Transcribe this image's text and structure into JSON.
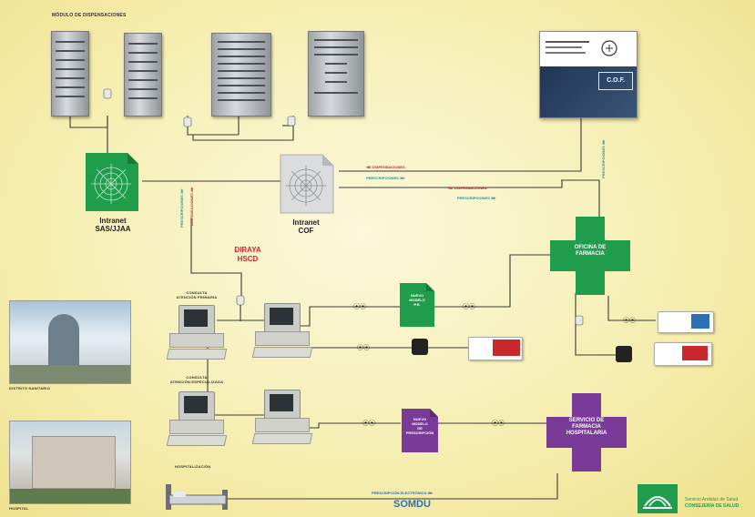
{
  "title_modulo": "MÓDULO DE DISPENSACIONES",
  "intranet_sas": [
    "Intranet",
    "SAS/JJAA"
  ],
  "intranet_cof": [
    "Intranet",
    "COF"
  ],
  "cof_panel": {
    "text": "C.O.F."
  },
  "diraya": [
    "DIRAYA",
    "HSCD"
  ],
  "oficina": [
    "OFICINA DE",
    "FARMACIA"
  ],
  "servicio": [
    "SERVICIO DE",
    "FARMACIA",
    "HOSPITALARIA"
  ],
  "consulta_primaria": [
    "CONSULTA",
    "ATENCIÓN PRIMARIA"
  ],
  "consulta_especializada": [
    "CONSULTA",
    "ATENCIÓN ESPECIALIZADA"
  ],
  "hospitalizacion": "HOSPITALIZACIÓN",
  "distrito": "DISTRITO SANITARIO",
  "hospital": "HOSPITAL",
  "nuevo_modelo": [
    "NUEVO",
    "MODELO",
    "P.R."
  ],
  "nuevo_modelo_hosp": [
    "NUEVO",
    "MODELO",
    "DE",
    "PRESCRIPCIÓN"
  ],
  "flows": {
    "disp1": "DISPENSACIONES",
    "presc1": "PRESCRIPCIONES",
    "disp2": "DISPENSACIONES",
    "presc2": "PRESCRIPCIONES",
    "presc_v1": "PRESCRIPCIONES",
    "disp_v1": "DISPENSACIONES",
    "presc_v2": "PRESCRIPCIONES",
    "presc_elec": "PRESCRIPCIÓN ELECTRÓNICA"
  },
  "somdu": "SOMDU",
  "footer": [
    "Servicio Andaluz de Salud",
    "CONSEJERÍA DE SALUD"
  ],
  "colors": {
    "green": "#1f9c4c",
    "purple": "#7a3a97",
    "red": "#c8282c",
    "teal": "#2a8f91",
    "wire": "#333333"
  }
}
